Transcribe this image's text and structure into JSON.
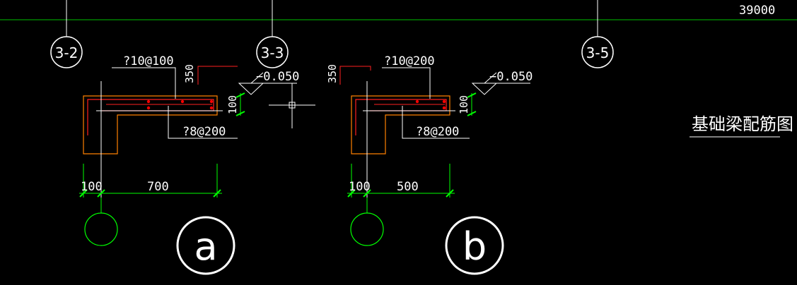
{
  "drawing": {
    "total_dimension": "39000",
    "title": "基础梁配筋图",
    "grid_axes": [
      "3-2",
      "3-3",
      "3-5"
    ],
    "colors": {
      "background": "#000000",
      "text": "#ffffff",
      "dimension": "#00ff00",
      "rebar": "#ff0000",
      "concrete_outline": "#ff8000",
      "axis_line": "#00ff00",
      "grid_bubble": "#ffffff"
    },
    "detail_a": {
      "tag": "a",
      "top_rebar": "?10@100",
      "stirrup": "?8@200",
      "height_dim": "350",
      "thickness_dim": "100",
      "level": "−0.050",
      "dim_left": "100",
      "dim_right": "700"
    },
    "detail_b": {
      "tag": "b",
      "top_rebar": "?10@200",
      "stirrup": "?8@200",
      "height_dim": "350",
      "thickness_dim": "100",
      "level": "−0.050",
      "dim_left": "100",
      "dim_right": "500"
    }
  }
}
